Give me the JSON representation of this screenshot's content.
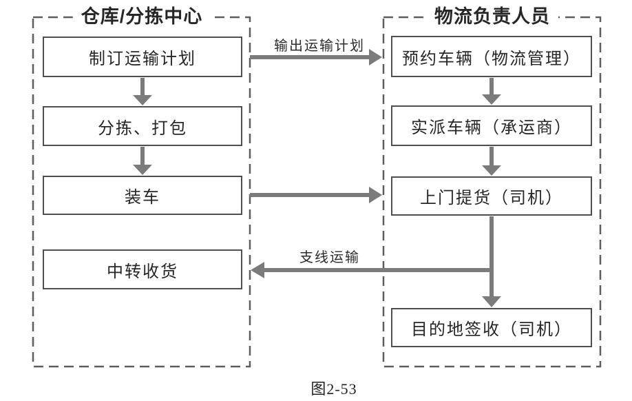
{
  "figure": {
    "caption": "图2-53"
  },
  "colors": {
    "arrow": "#7b7b7b",
    "group_border": "#5d5d5d",
    "box_border": "#4e4e4e",
    "text": "#262626"
  },
  "groups": [
    {
      "id": "warehouse-sorting-center",
      "title": "仓库/分拣中心",
      "boxes": [
        "制订运输计划",
        "分拣、打包",
        "装车",
        "中转收货"
      ]
    },
    {
      "id": "logistics-personnel",
      "title": "物流负责人员",
      "boxes": [
        "预约车辆（物流管理）",
        "实派车辆（承运商）",
        "上门提货（司机）",
        "目的地签收（司机）"
      ]
    }
  ],
  "edges": [
    {
      "from": "制订运输计划",
      "to": "分拣、打包",
      "label": ""
    },
    {
      "from": "分拣、打包",
      "to": "装车",
      "label": ""
    },
    {
      "from": "预约车辆（物流管理）",
      "to": "实派车辆（承运商）",
      "label": ""
    },
    {
      "from": "实派车辆（承运商）",
      "to": "上门提货（司机）",
      "label": ""
    },
    {
      "from": "制订运输计划",
      "to": "预约车辆（物流管理）",
      "label": "输出运输计划"
    },
    {
      "from": "装车",
      "to": "上门提货（司机）",
      "label": ""
    },
    {
      "from": "上门提货（司机）",
      "to": "目的地签收（司机）",
      "label": ""
    },
    {
      "from": "上门提货（司机）",
      "to": "中转收货",
      "label": "支线运输"
    }
  ]
}
